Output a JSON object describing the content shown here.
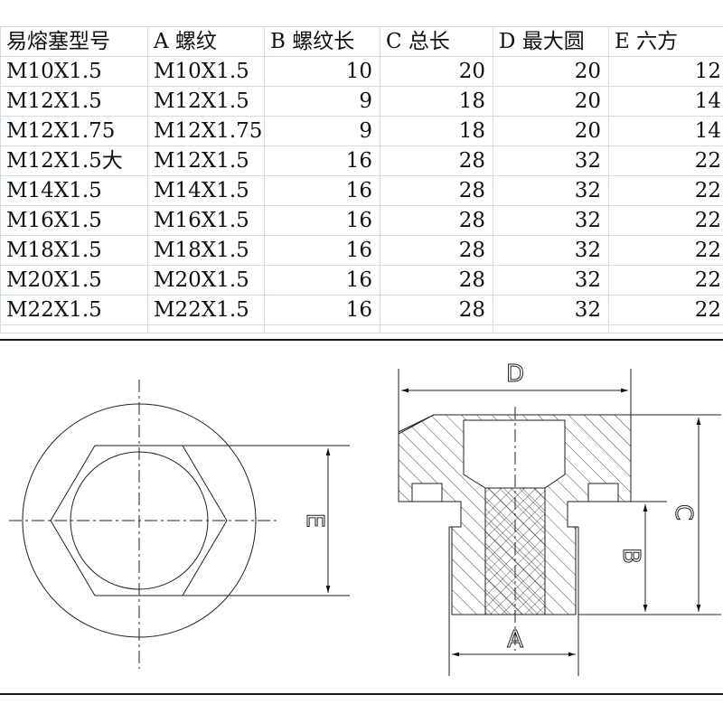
{
  "table": {
    "headers": [
      "易熔塞型号",
      "A 螺纹",
      "B 螺纹长",
      "C 总长",
      "D 最大圆",
      "E 六方"
    ],
    "rows": [
      [
        "M10X1.5",
        "M10X1.5",
        "10",
        "20",
        "20",
        "12"
      ],
      [
        "M12X1.5",
        "M12X1.5",
        "9",
        "18",
        "20",
        "14"
      ],
      [
        "M12X1.75",
        "M12X1.75",
        "9",
        "18",
        "20",
        "14"
      ],
      [
        "M12X1.5大",
        "M12X1.5",
        "16",
        "28",
        "32",
        "22"
      ],
      [
        "M14X1.5",
        "M14X1.5",
        "16",
        "28",
        "32",
        "22"
      ],
      [
        "M16X1.5",
        "M16X1.5",
        "16",
        "28",
        "32",
        "22"
      ],
      [
        "M18X1.5",
        "M18X1.5",
        "16",
        "28",
        "32",
        "22"
      ],
      [
        "M20X1.5",
        "M20X1.5",
        "16",
        "28",
        "32",
        "22"
      ],
      [
        "M22X1.5",
        "M22X1.5",
        "16",
        "28",
        "32",
        "22"
      ]
    ]
  },
  "drawing": {
    "top_view": {
      "dimension_label": "E"
    },
    "section_view": {
      "dimension_labels": {
        "top": "D",
        "right_outer": "C",
        "right_inner": "B",
        "bottom": "A"
      }
    }
  },
  "colors": {
    "grid": "#d4dbe3",
    "line": "#1a1a1a",
    "text": "#111111"
  }
}
